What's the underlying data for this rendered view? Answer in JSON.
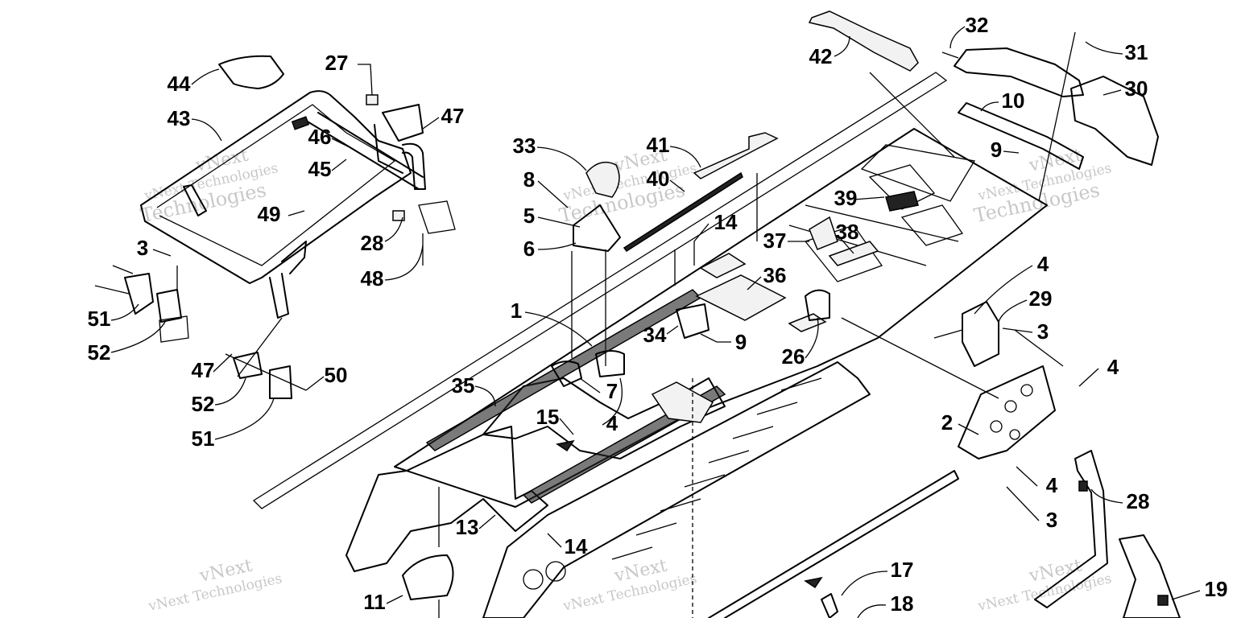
{
  "watermark": {
    "line1": "vNext",
    "line2": "vNext Technologies",
    "line3": "Technologies"
  },
  "callouts": [
    {
      "id": "c44",
      "label": "44"
    },
    {
      "id": "c27",
      "label": "27"
    },
    {
      "id": "c43",
      "label": "43"
    },
    {
      "id": "c47a",
      "label": "47"
    },
    {
      "id": "c46",
      "label": "46"
    },
    {
      "id": "c45",
      "label": "45"
    },
    {
      "id": "c49",
      "label": "49"
    },
    {
      "id": "c28a",
      "label": "28"
    },
    {
      "id": "c48",
      "label": "48"
    },
    {
      "id": "c3a",
      "label": "3"
    },
    {
      "id": "c51a",
      "label": "51"
    },
    {
      "id": "c52a",
      "label": "52"
    },
    {
      "id": "c47b",
      "label": "47"
    },
    {
      "id": "c50",
      "label": "50"
    },
    {
      "id": "c52b",
      "label": "52"
    },
    {
      "id": "c51b",
      "label": "51"
    },
    {
      "id": "c33",
      "label": "33"
    },
    {
      "id": "c8",
      "label": "8"
    },
    {
      "id": "c5",
      "label": "5"
    },
    {
      "id": "c6",
      "label": "6"
    },
    {
      "id": "c41",
      "label": "41"
    },
    {
      "id": "c40",
      "label": "40"
    },
    {
      "id": "c14a",
      "label": "14"
    },
    {
      "id": "c1",
      "label": "1"
    },
    {
      "id": "c35",
      "label": "35"
    },
    {
      "id": "c7",
      "label": "7"
    },
    {
      "id": "c15",
      "label": "15"
    },
    {
      "id": "c4a",
      "label": "4"
    },
    {
      "id": "c34",
      "label": "34"
    },
    {
      "id": "c9a",
      "label": "9"
    },
    {
      "id": "c13",
      "label": "13"
    },
    {
      "id": "c14b",
      "label": "14"
    },
    {
      "id": "c11",
      "label": "11"
    },
    {
      "id": "c42",
      "label": "42"
    },
    {
      "id": "c32",
      "label": "32"
    },
    {
      "id": "c31",
      "label": "31"
    },
    {
      "id": "c30",
      "label": "30"
    },
    {
      "id": "c10",
      "label": "10"
    },
    {
      "id": "c9b",
      "label": "9"
    },
    {
      "id": "c39",
      "label": "39"
    },
    {
      "id": "c37",
      "label": "37"
    },
    {
      "id": "c38",
      "label": "38"
    },
    {
      "id": "c36",
      "label": "36"
    },
    {
      "id": "c26",
      "label": "26"
    },
    {
      "id": "c4b",
      "label": "4"
    },
    {
      "id": "c29",
      "label": "29"
    },
    {
      "id": "c3b",
      "label": "3"
    },
    {
      "id": "c4c",
      "label": "4"
    },
    {
      "id": "c2",
      "label": "2"
    },
    {
      "id": "c4d",
      "label": "4"
    },
    {
      "id": "c3c",
      "label": "3"
    },
    {
      "id": "c28b",
      "label": "28"
    },
    {
      "id": "c17",
      "label": "17"
    },
    {
      "id": "c18",
      "label": "18"
    },
    {
      "id": "c19",
      "label": "19"
    }
  ]
}
